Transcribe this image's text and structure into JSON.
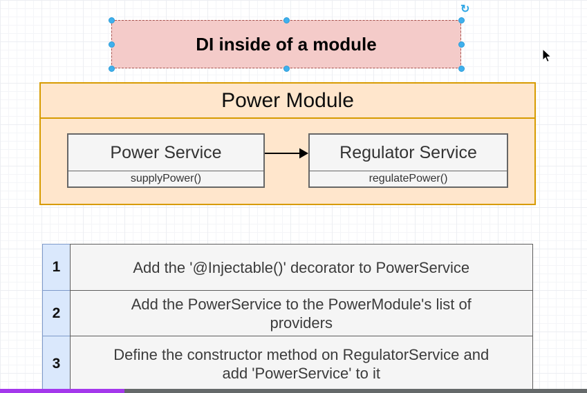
{
  "canvas": {
    "background": "#ffffff",
    "grid_minor_color": "#f4f5f8",
    "grid_major_color": "#eceef2"
  },
  "selection": {
    "handle_color": "#3fb0ed",
    "rotate_icon_glyph": "↻"
  },
  "title_box": {
    "label": "DI inside of a module",
    "fill": "#f4cbc9",
    "border": "#a6504c",
    "selected": true
  },
  "power_module": {
    "title": "Power Module",
    "fill": "#ffe6cc",
    "border": "#d79b00",
    "classes": [
      {
        "name": "Power Service",
        "method": "supplyPower()"
      },
      {
        "name": "Regulator Service",
        "method": "regulatePower()"
      }
    ],
    "arrow": {
      "from": "Power Service",
      "to": "Regulator Service",
      "color": "#000000"
    }
  },
  "steps_table": {
    "num_fill": "#dae8fc",
    "num_border": "#7d99c9",
    "cell_fill": "#f5f5f5",
    "cell_border": "#5c5c5c",
    "rows": [
      {
        "num": "1",
        "text": "Add the '@Injectable()' decorator to PowerService"
      },
      {
        "num": "2",
        "text": "Add the PowerService to the PowerModule's list of\nproviders"
      },
      {
        "num": "3",
        "text": "Define the constructor method on RegulatorService and\nadd 'PowerService' to it"
      }
    ]
  },
  "progress_bar": {
    "fill_color": "#a438ec",
    "track_color": "#65696a",
    "percent": 21.2
  }
}
